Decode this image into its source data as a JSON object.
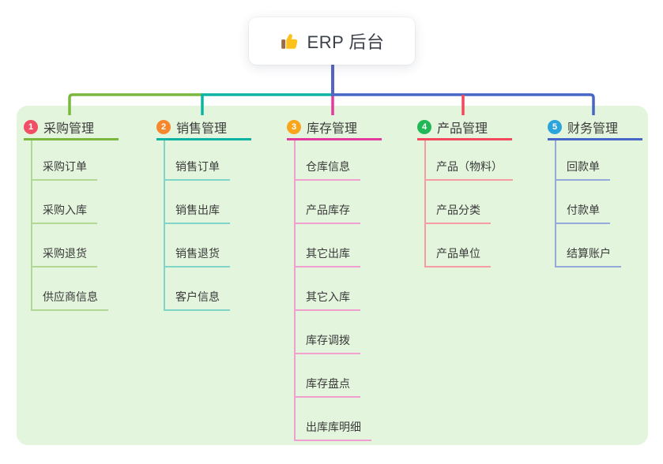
{
  "root": {
    "label": "ERP 后台",
    "icon": "thumbs-up-icon",
    "connector_color": "#5565c5"
  },
  "panel": {
    "background_color": "#e4f5dd"
  },
  "branches": [
    {
      "index": "1",
      "label": "采购管理",
      "badge_color": "#ef5064",
      "line_color": "#7ab83f",
      "child_line_color": "#b3d893",
      "children": [
        "采购订单",
        "采购入库",
        "采购退货",
        "供应商信息"
      ]
    },
    {
      "index": "2",
      "label": "销售管理",
      "badge_color": "#f6872c",
      "line_color": "#0fb3a4",
      "child_line_color": "#80d5c8",
      "children": [
        "销售订单",
        "销售出库",
        "销售退货",
        "客户信息"
      ]
    },
    {
      "index": "3",
      "label": "库存管理",
      "badge_color": "#f8a51b",
      "line_color": "#e23a9d",
      "child_line_color": "#f19fd0",
      "children": [
        "仓库信息",
        "产品库存",
        "其它出库",
        "其它入库",
        "库存调拨",
        "库存盘点",
        "出库库明细"
      ]
    },
    {
      "index": "4",
      "label": "产品管理",
      "badge_color": "#23b857",
      "line_color": "#f4485e",
      "child_line_color": "#f79ba4",
      "children": [
        "产品（物料）",
        "产品分类",
        "产品单位"
      ]
    },
    {
      "index": "5",
      "label": "财务管理",
      "badge_color": "#2ba4db",
      "line_color": "#4667c8",
      "child_line_color": "#96aada",
      "children": [
        "回款单",
        "付款单",
        "结算账户"
      ]
    }
  ]
}
